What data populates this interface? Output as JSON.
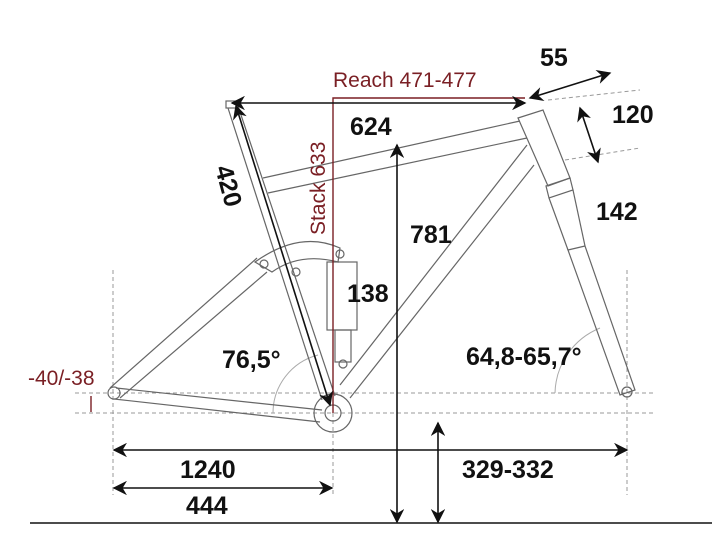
{
  "labels": {
    "reach": "Reach 471-477",
    "stack": "Stack 633",
    "stem_length": "55",
    "stem_height": "120",
    "top_tube": "624",
    "seat_tube": "420",
    "fork_length": "142",
    "standover": "781",
    "shock": "138",
    "seat_angle": "76,5°",
    "head_angle": "64,8-65,7°",
    "bb_drop": "-40/-38",
    "wheelbase": "1240",
    "chainstay": "444",
    "bb_height": "329-332"
  },
  "colors": {
    "accent": "#7a1f24",
    "line": "#111111"
  }
}
